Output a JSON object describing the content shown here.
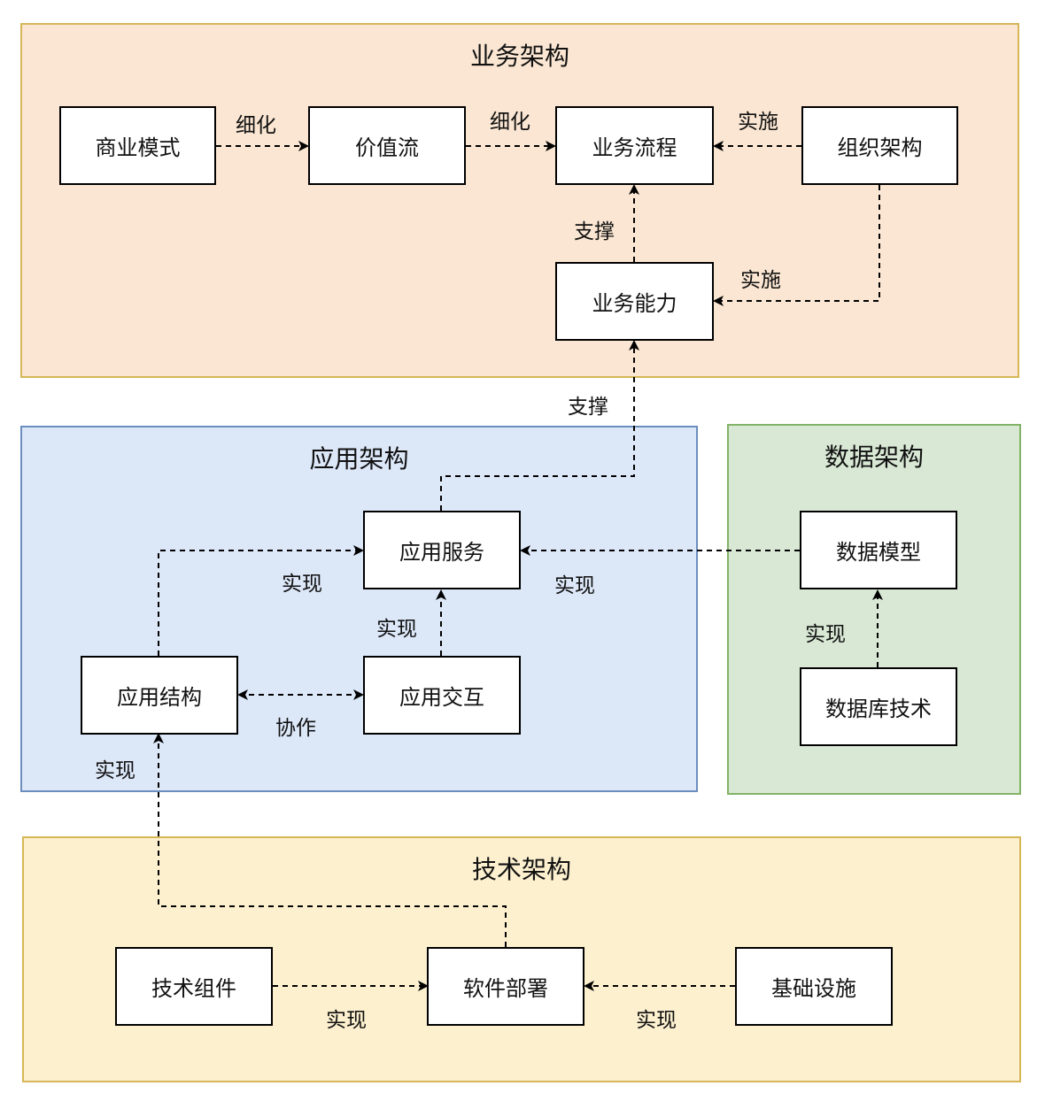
{
  "regions": {
    "business": {
      "title": "业务架构",
      "color": "#fae6d2",
      "border": "#d6b656"
    },
    "application": {
      "title": "应用架构",
      "color": "#dce7f8",
      "border": "#6c8ebf"
    },
    "data": {
      "title": "数据架构",
      "color": "#d8e8d4",
      "border": "#82b366"
    },
    "technology": {
      "title": "技术架构",
      "color": "#fcf0cf",
      "border": "#d6b656"
    }
  },
  "nodes": {
    "business_model": "商业模式",
    "value_stream": "价值流",
    "business_process": "业务流程",
    "org_structure": "组织架构",
    "business_capability": "业务能力",
    "app_service": "应用服务",
    "app_structure": "应用结构",
    "app_interaction": "应用交互",
    "data_model": "数据模型",
    "db_technology": "数据库技术",
    "tech_component": "技术组件",
    "software_deployment": "软件部署",
    "infrastructure": "基础设施"
  },
  "edges": [
    {
      "from": "商业模式",
      "to": "价值流",
      "label": "细化"
    },
    {
      "from": "价值流",
      "to": "业务流程",
      "label": "细化"
    },
    {
      "from": "组织架构",
      "to": "业务流程",
      "label": "实施"
    },
    {
      "from": "业务能力",
      "to": "业务流程",
      "label": "支撑"
    },
    {
      "from": "组织架构",
      "to": "业务能力",
      "label": "实施"
    },
    {
      "from": "应用服务",
      "to": "业务能力",
      "label": "支撑"
    },
    {
      "from": "应用结构",
      "to": "应用服务",
      "label": "实现"
    },
    {
      "from": "数据模型",
      "to": "应用服务",
      "label": "实现"
    },
    {
      "from": "应用交互",
      "to": "应用服务",
      "label": "实现"
    },
    {
      "from": "应用结构",
      "to": "应用交互",
      "label": "协作"
    },
    {
      "from": "数据库技术",
      "to": "数据模型",
      "label": "实现"
    },
    {
      "from": "软件部署",
      "to": "应用结构",
      "label": "实现"
    },
    {
      "from": "技术组件",
      "to": "软件部署",
      "label": "实现"
    },
    {
      "from": "基础设施",
      "to": "软件部署",
      "label": "实现"
    }
  ]
}
